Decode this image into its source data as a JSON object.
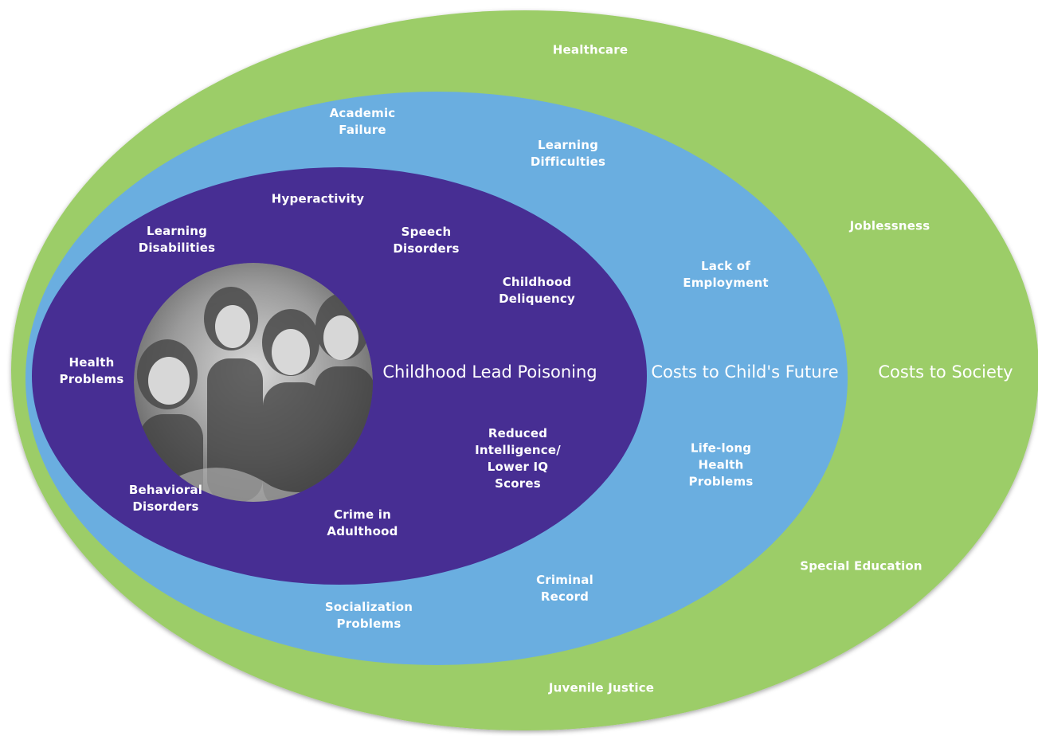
{
  "colors": {
    "society": "#9ccd68",
    "child_future": "#6aaee0",
    "lead_poisoning": "#472e93",
    "text": "#ffffff"
  },
  "rings": {
    "society": {
      "title": "Costs to Society",
      "items": [
        "Healthcare",
        "Joblessness",
        "Special Education",
        "Juvenile Justice"
      ]
    },
    "child_future": {
      "title": "Costs to Child's Future",
      "items": [
        "Academic\nFailure",
        "Learning\nDifficulties",
        "Lack of\nEmployment",
        "Life-long\nHealth\nProblems",
        "Criminal\nRecord",
        "Socialization\nProblems"
      ]
    },
    "lead_poisoning": {
      "title": "Childhood Lead Poisoning",
      "items": [
        "Hyperactivity",
        "Learning\nDisabilities",
        "Speech\nDisorders",
        "Childhood\nDeliquency",
        "Health\nProblems",
        "Reduced\nIntelligence/\nLower IQ\nScores",
        "Behavioral\nDisorders",
        "Crime in\nAdulthood"
      ]
    }
  },
  "photo": {
    "icon": "children-photo-icon"
  }
}
